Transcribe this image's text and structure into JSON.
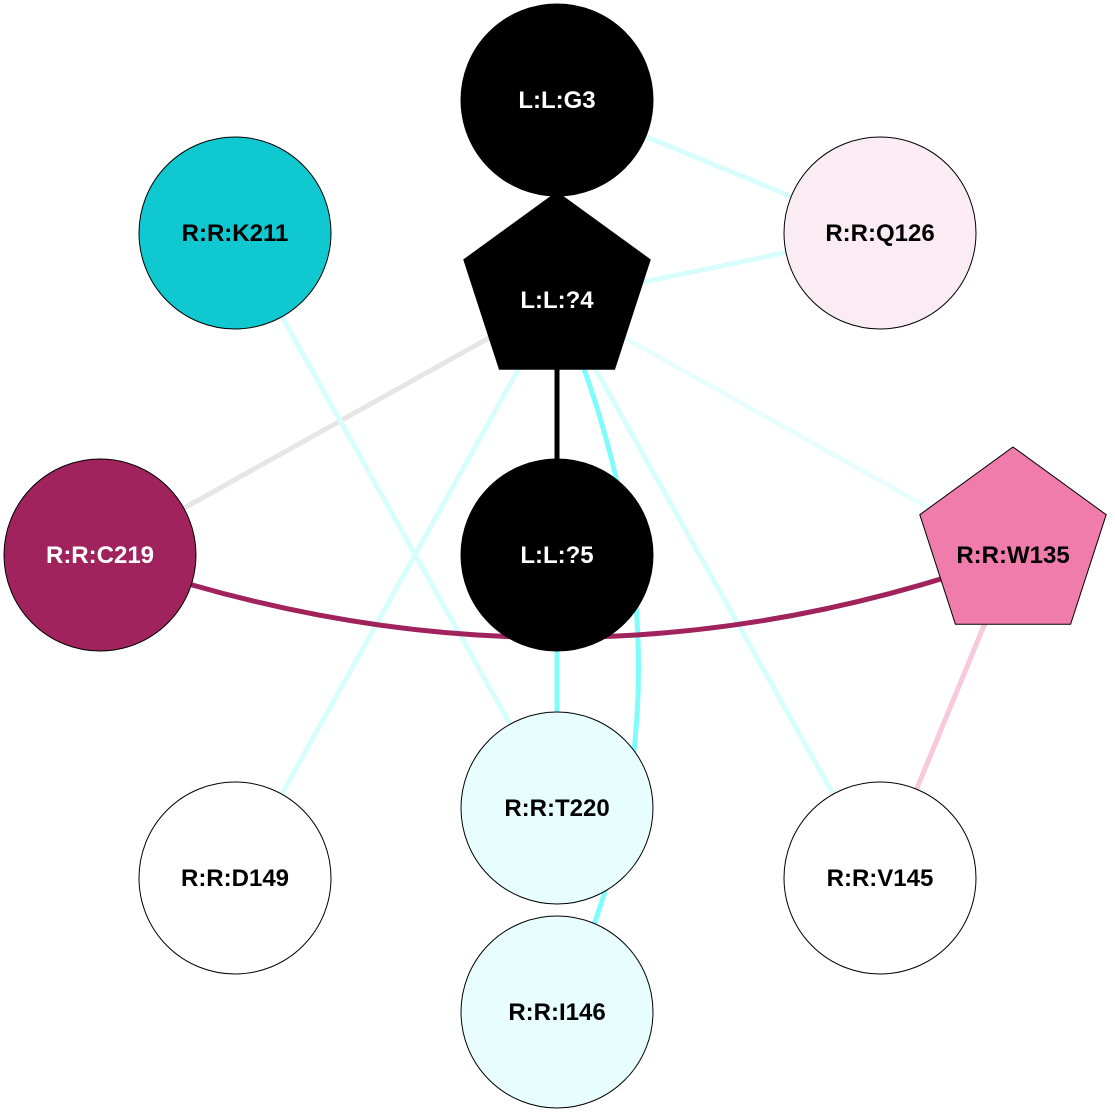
{
  "nodes": [
    {
      "id": "G3",
      "label": "L:L:G3",
      "shape": "circle",
      "fill": "#000000",
      "text": "#ffffff"
    },
    {
      "id": "Q4",
      "label": "L:L:?4",
      "shape": "pentagon",
      "fill": "#000000",
      "text": "#ffffff"
    },
    {
      "id": "Q5",
      "label": "L:L:?5",
      "shape": "circle",
      "fill": "#000000",
      "text": "#ffffff"
    },
    {
      "id": "K211",
      "label": "R:R:K211",
      "shape": "circle",
      "fill": "#10c8d0",
      "text": "#000000"
    },
    {
      "id": "Q126",
      "label": "R:R:Q126",
      "shape": "circle",
      "fill": "#fbebf3",
      "text": "#000000"
    },
    {
      "id": "C219",
      "label": "R:R:C219",
      "shape": "circle",
      "fill": "#a0235d",
      "text": "#ffffff"
    },
    {
      "id": "W135",
      "label": "R:R:W135",
      "shape": "pentagon",
      "fill": "#f07cac",
      "text": "#000000"
    },
    {
      "id": "T220",
      "label": "R:R:T220",
      "shape": "circle",
      "fill": "#e8fdfd",
      "text": "#000000"
    },
    {
      "id": "D149",
      "label": "R:R:D149",
      "shape": "circle",
      "fill": "#ffffff",
      "text": "#000000"
    },
    {
      "id": "V145",
      "label": "R:R:V145",
      "shape": "circle",
      "fill": "#ffffff",
      "text": "#000000"
    },
    {
      "id": "I146",
      "label": "R:R:I146",
      "shape": "circle",
      "fill": "#e8fdfd",
      "text": "#000000"
    }
  ],
  "edges": [
    {
      "from": "G3",
      "to": "Q4",
      "color": "#000000"
    },
    {
      "from": "Q4",
      "to": "Q5",
      "color": "#000000"
    },
    {
      "from": "G3",
      "to": "Q126",
      "color": "#d8fdfd"
    },
    {
      "from": "Q4",
      "to": "Q126",
      "color": "#d8fdfd"
    },
    {
      "from": "Q4",
      "to": "W135",
      "color": "#e8fdfd"
    },
    {
      "from": "Q4",
      "to": "C219",
      "color": "#e6e6e6"
    },
    {
      "from": "Q4",
      "to": "D149",
      "color": "#d8fdfd"
    },
    {
      "from": "Q4",
      "to": "V145",
      "color": "#d8fdfd"
    },
    {
      "from": "Q4",
      "to": "I146",
      "color": "#80fcfc",
      "curved": true
    },
    {
      "from": "K211",
      "to": "T220",
      "color": "#d8fdfd"
    },
    {
      "from": "Q5",
      "to": "T220",
      "color": "#80fcfc"
    },
    {
      "from": "C219",
      "to": "W135",
      "color": "#a0235d",
      "curved": true
    },
    {
      "from": "W135",
      "to": "V145",
      "color": "#f8c8dc"
    }
  ]
}
